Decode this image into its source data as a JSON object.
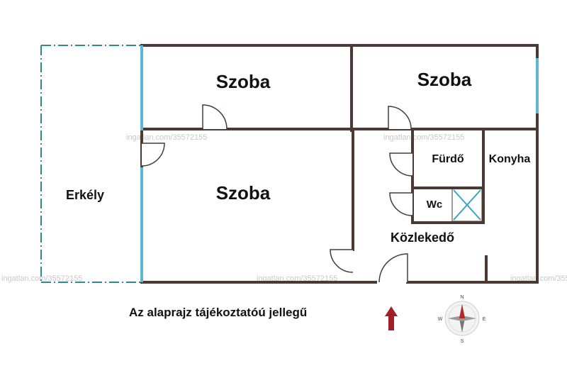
{
  "rooms": {
    "balcony": "Erkély",
    "room_top_left": "Szoba",
    "room_top_right": "Szoba",
    "room_main": "Szoba",
    "bathroom": "Fürdő",
    "kitchen": "Konyha",
    "toilet": "Wc",
    "hallway": "Közlekedő"
  },
  "watermark": "ingatlan.com/35572155",
  "caption": "Az alaprajz tájékoztatóú jellegű",
  "compass": {
    "n": "N",
    "e": "E",
    "s": "S",
    "w": "W"
  },
  "colors": {
    "wall": "#4a3a33",
    "window": "#5fb7d4",
    "balcony_outline": "#2e8c8c",
    "arrow": "#a0202a",
    "shaft_cross": "#3aa6b9"
  }
}
